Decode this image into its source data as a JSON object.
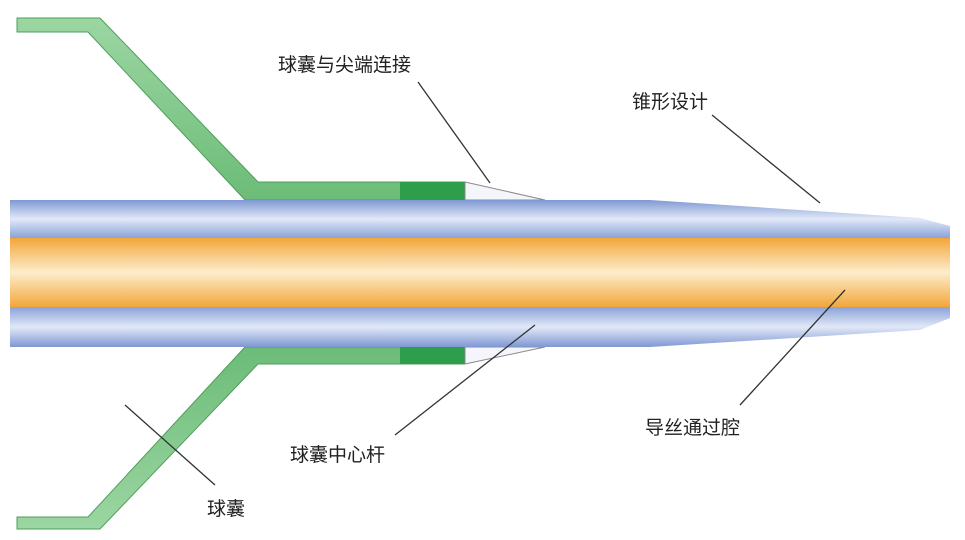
{
  "labels": {
    "balloon_tip_connection": "球囊与尖端连接",
    "tapered_design": "锥形设计",
    "guidewire_lumen": "导丝通过腔",
    "balloon_inner_shaft": "球囊中心杆",
    "balloon": "球囊"
  },
  "colors": {
    "balloon_light": "#8fcf96",
    "balloon_dark": "#2f9e4a",
    "shaft_blue_light": "#dfe8f7",
    "shaft_blue_dark": "#7e98d2",
    "lumen_orange_light": "#fdebc8",
    "lumen_orange_dark": "#f2a93a",
    "leader_line": "#333333"
  }
}
